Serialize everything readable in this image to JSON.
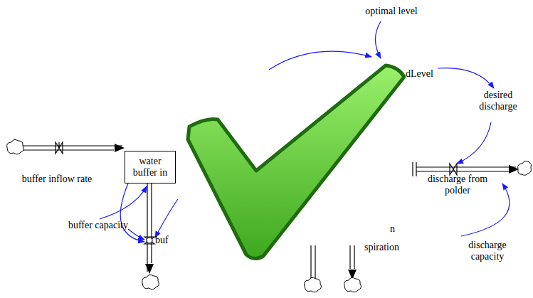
{
  "diagram": {
    "nodes": [
      {
        "text": [
          "water buffer in"
        ]
      }
    ],
    "labels": [
      "optimal level",
      "dLevel",
      "desired discharge",
      "discharge from polder",
      "discharge capacity",
      "buffer inflow rate",
      "buffer capacity",
      "buf",
      "n",
      "spiration"
    ]
  }
}
